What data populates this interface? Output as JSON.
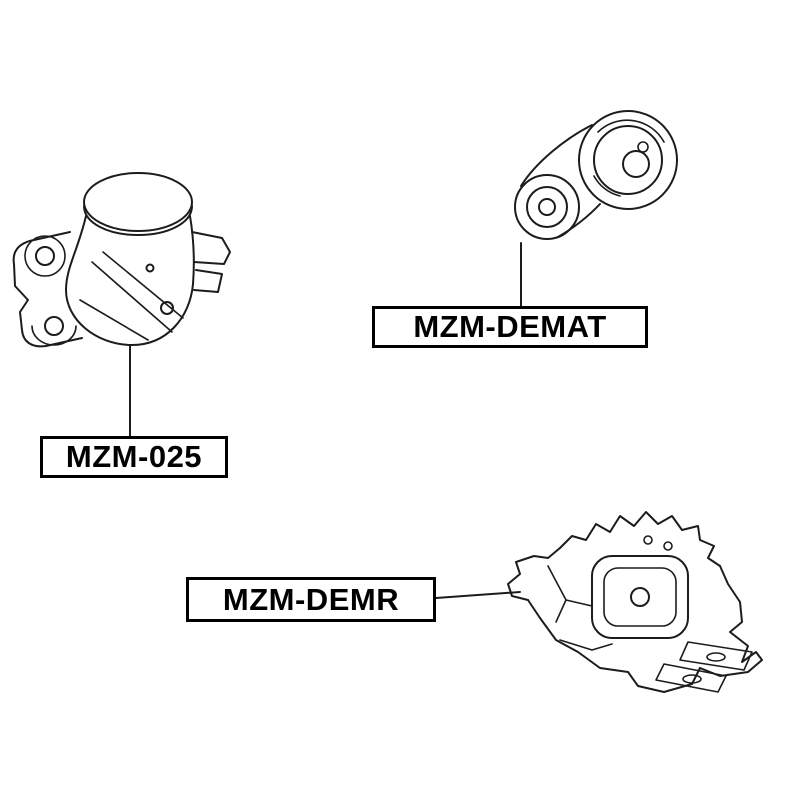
{
  "page": {
    "background_color": "#ffffff",
    "line_color": "#1c1c1c"
  },
  "diagram": {
    "type": "auto-parts-line-diagram",
    "parts": [
      {
        "name": "front-engine-mount",
        "label": "MZM-025"
      },
      {
        "name": "engine-mount-torque-rod",
        "label": "MZM-DEMAT"
      },
      {
        "name": "rear-engine-mount",
        "label": "MZM-DEMR"
      }
    ]
  }
}
